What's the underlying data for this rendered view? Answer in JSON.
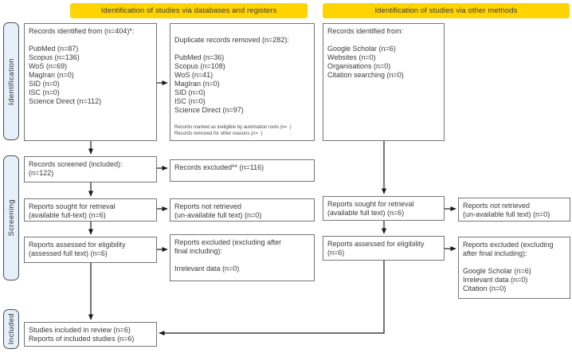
{
  "colors": {
    "banner": "#ffd400",
    "sidebar_fill": "#e6f0fa",
    "box_border": "#767676",
    "arrow": "#1a1a1a"
  },
  "banners": {
    "left": "Identification of studies via databases and registers",
    "right": "Identification of studies via other methods"
  },
  "sidebar": {
    "identification": "Identification",
    "screening": "Screening",
    "included": "Included"
  },
  "boxes": {
    "records_identified_db": "Records identified from (n=404)*:\n\nPubMed (n=87)\nScopus (n=136)\nWoS (n=69)\nMagIran (n=0)\nSID (n=0)\nISC (n=0)\nScience Direct (n=112)",
    "duplicates_removed": "Duplicate records removed (n=282):\n\nPubMed (n=36)\nScopus (n=108)\nWoS (n=41)\nMagIran (n=0)\nSID (n=0)\nISC (n=0)\nScience Direct (n=97)",
    "duplicates_footnote": "Records marked as ineligible by automation tools (n=  )\nRecords removed for other reasons (n=  )",
    "records_identified_other": "Records identified from:\n\nGoogle Scholar (n=6)\nWebsites (n=0)\nOrganisations (n=0)\nCitation searching (n=0)",
    "records_screened": "Records screened (included):\n(n=122)",
    "records_excluded": "Records excluded** (n=116)",
    "reports_sought_db": "Reports sought for retrieval\n(available full-text) (n=6)",
    "reports_not_retrieved_db": "Reports not retrieved\n(un-available full text) (n=0)",
    "reports_assessed_db": "Reports assessed for eligibility\n(assessed full text) (n=6)",
    "reports_excluded_db": "Reports excluded (excluding after\nfinal including):\n\nIrrelevant data (n=0)",
    "reports_sought_other": "Reports sought for retrieval\n(available full text) (n=6)",
    "reports_not_retrieved_other": "Reports not retrieved\n(un-available full text) (n=0)",
    "reports_assessed_other": "Reports assessed for eligibility\n(n=6)",
    "reports_excluded_other": "Reports excluded (excluding\nafter final including):\n\nGoogle Scholar (n=6)\nIrrelevant data (n=0)\nCitation (n=0)",
    "included_studies": "Studies included in review (n=6)\nReports of included studies (n=6)"
  }
}
